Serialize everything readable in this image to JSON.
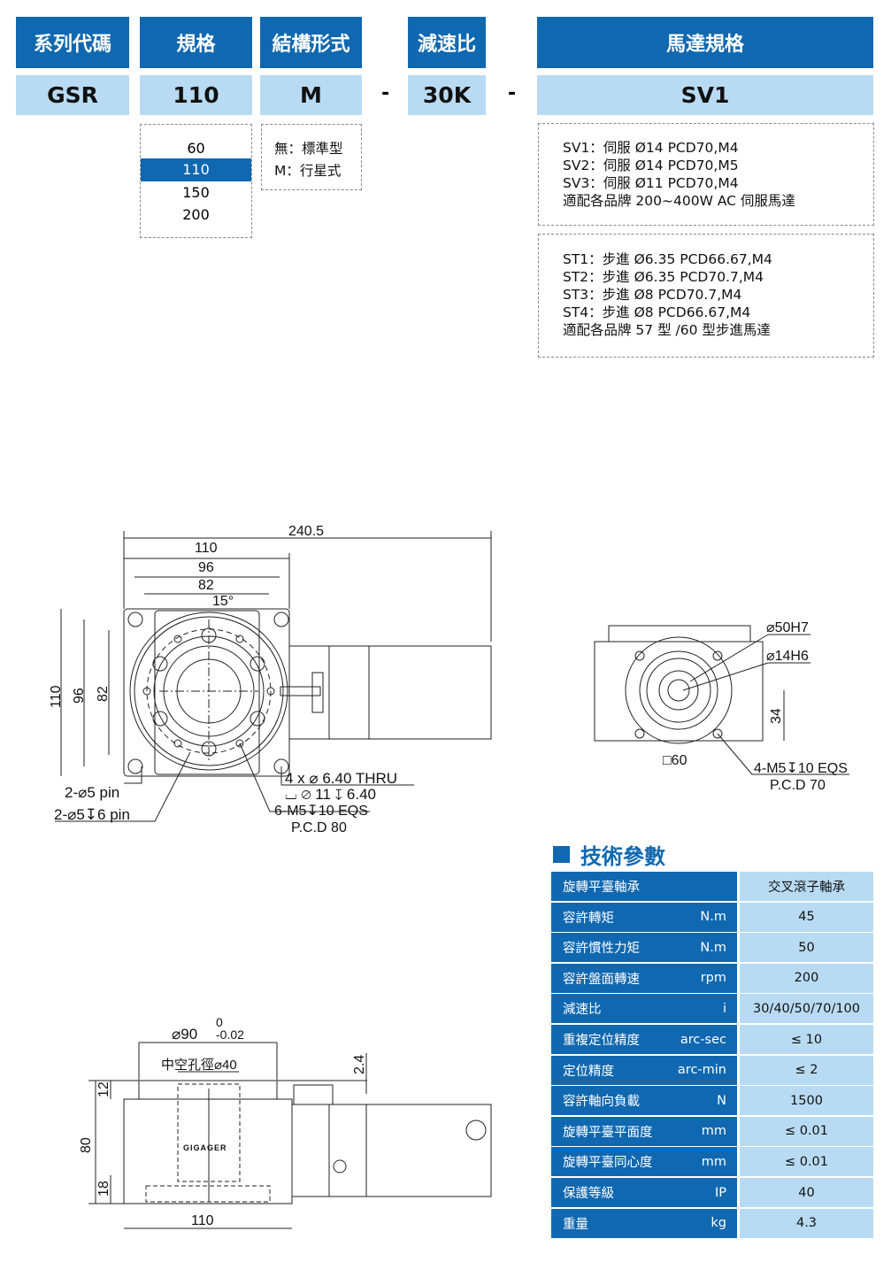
{
  "header": {
    "labels": [
      "系列代碼",
      "規格",
      "結構形式",
      "減速比",
      "馬達規格"
    ],
    "values": [
      "GSR",
      "110",
      "M",
      "30K",
      "SV1"
    ],
    "separator": "-"
  },
  "size_options": {
    "items": [
      "60",
      "110",
      "150",
      "200"
    ],
    "selected": "110"
  },
  "structure_options": [
    "無：標準型",
    "M：行星式"
  ],
  "motor_servo": [
    "SV1：伺服 Ø14 PCD70,M4",
    "SV2：伺服 Ø14 PCD70,M5",
    "SV3：伺服 Ø11 PCD70,M4",
    "適配各品牌 200~400W AC 伺服馬達"
  ],
  "motor_stepper": [
    "ST1：步進 Ø6.35 PCD66.67,M4",
    "ST2：步進 Ø6.35 PCD70.7,M4",
    "ST3：步進 Ø8 PCD70.7,M4",
    "ST4：步進 Ø8 PCD66.67,M4",
    "適配各品牌 57 型 /60 型步進馬達"
  ],
  "front_view": {
    "d_total": "240.5",
    "d_110": "110",
    "d_96": "96",
    "d_82": "82",
    "angle": "15°",
    "v_110": "110",
    "v_96": "96",
    "v_82": "82",
    "pin1": "2-⌀5 pin",
    "pin2": "2-⌀5↧6 pin",
    "thru": "4 x ⌀ 6.40 THRU",
    "cbore": "⌴ ⌀ 11 ↧ 6.40",
    "tap": "6-M5↧10 EQS",
    "pcd": "P.C.D 80"
  },
  "side_view": {
    "d50": "⌀50H7",
    "d14": "⌀14H6",
    "d34": "34",
    "sq60": "□60",
    "tap": "4-M5↧10 EQS",
    "pcd": "P.C.D 70"
  },
  "bottom_view": {
    "tol_upper": "0",
    "d90": "⌀90",
    "tol_lower": "-0.02",
    "hollow": "中空孔徑⌀40",
    "d24": "2.4",
    "d12": "12",
    "d80": "80",
    "d18": "18",
    "d110": "110",
    "logo": "GIGAGER"
  },
  "spec": {
    "title": "技術參數",
    "rows": [
      [
        "旋轉平臺軸承",
        "",
        "交叉滾子軸承"
      ],
      [
        "容許轉矩",
        "N.m",
        "45"
      ],
      [
        "容許慣性力矩",
        "N.m",
        "50"
      ],
      [
        "容許盤面轉速",
        "rpm",
        "200"
      ],
      [
        "減速比",
        "i",
        "30/40/50/70/100"
      ],
      [
        "重複定位精度",
        "arc-sec",
        "≤ 10"
      ],
      [
        "定位精度",
        "arc-min",
        "≤ 2"
      ],
      [
        "容許軸向負載",
        "N",
        "1500"
      ],
      [
        "旋轉平臺平面度",
        "mm",
        "≤ 0.01"
      ],
      [
        "旋轉平臺同心度",
        "mm",
        "≤ 0.01"
      ],
      [
        "保護等級",
        "IP",
        "40"
      ],
      [
        "重量",
        "kg",
        "4.3"
      ]
    ]
  },
  "colors": {
    "primary": "#1068b0",
    "light": "#b8dbf3"
  }
}
